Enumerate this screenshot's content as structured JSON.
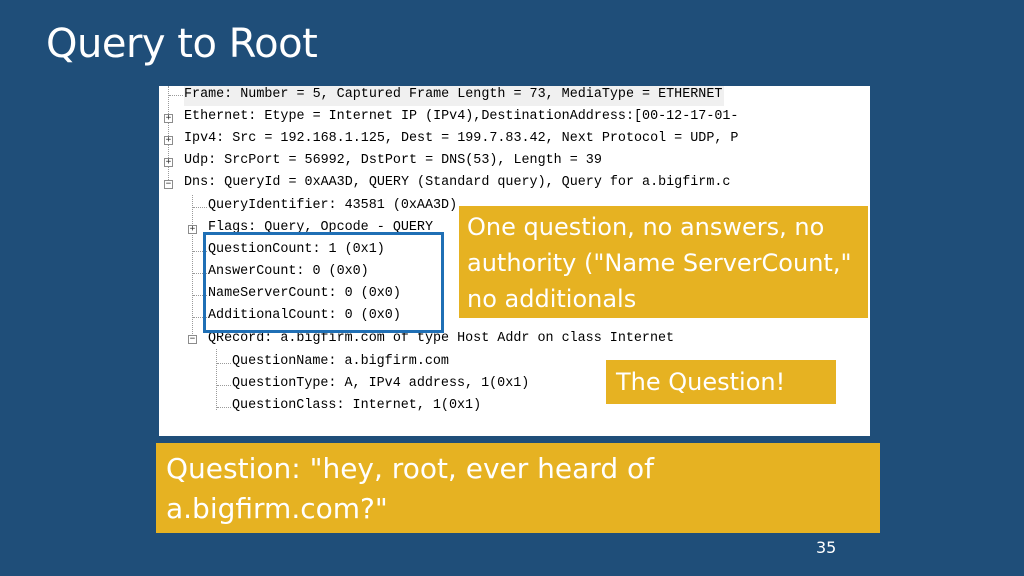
{
  "slide": {
    "title": "Query to Root",
    "page_number": "35"
  },
  "capture": {
    "lines": [
      "Frame: Number = 5, Captured Frame Length = 73, MediaType = ETHERNET",
      "Ethernet: Etype = Internet IP (IPv4),DestinationAddress:[00-12-17-01-",
      "Ipv4: Src = 192.168.1.125, Dest = 199.7.83.42, Next Protocol = UDP, P",
      "Udp: SrcPort = 56992, DstPort = DNS(53), Length = 39",
      "Dns: QueryId = 0xAA3D, QUERY (Standard query), Query  for a.bigfirm.c",
      "QueryIdentifier: 43581 (0xAA3D)",
      "Flags:  Query, Opcode - QUERY",
      "QuestionCount: 1 (0x1)",
      "AnswerCount: 0 (0x0)",
      "NameServerCount: 0 (0x0)",
      "AdditionalCount: 0 (0x0)",
      "QRecord: a.bigfirm.com of type Host Addr on class Internet",
      "QuestionName: a.bigfirm.com",
      "QuestionType: A, IPv4 address, 1(0x1)",
      "QuestionClass: Internet, 1(0x1)"
    ]
  },
  "callouts": {
    "answers_note": "One question, no answers, no authority (\"Name ServerCount,\" no additionals",
    "question_note": "The Question!",
    "bottom_note": "Question:  \"hey, root, ever heard of a.bigfirm.com?\""
  },
  "colors": {
    "background": "#1f4e79",
    "callout": "#e6b222",
    "highlight_border": "#1f6fb5"
  }
}
